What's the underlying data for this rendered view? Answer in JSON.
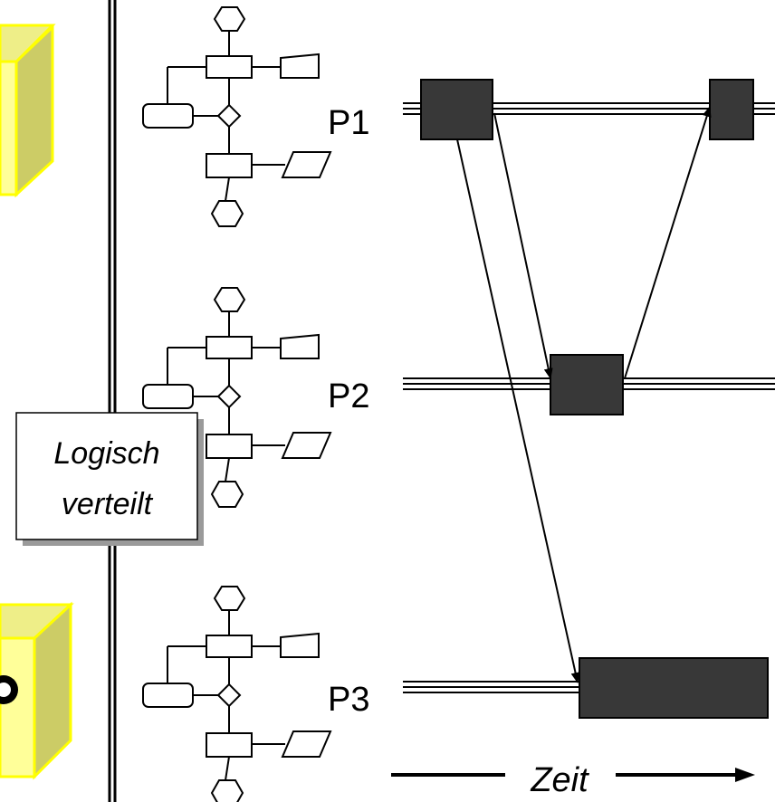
{
  "processes": [
    {
      "id": "p1",
      "label": "P1"
    },
    {
      "id": "p2",
      "label": "P2"
    },
    {
      "id": "p3",
      "label": "P3"
    }
  ],
  "note": {
    "line1": "Logisch",
    "line2": "verteilt"
  },
  "time_axis": {
    "label": "Zeit"
  },
  "colors": {
    "block": "#383838",
    "cube_front": "#ffff99",
    "cube_side": "#cccc66",
    "cube_top": "#eeee88",
    "line": "#000000"
  },
  "icons": [
    "yellow-cube-icon",
    "flowchart-icon",
    "black-circle-icon"
  ]
}
